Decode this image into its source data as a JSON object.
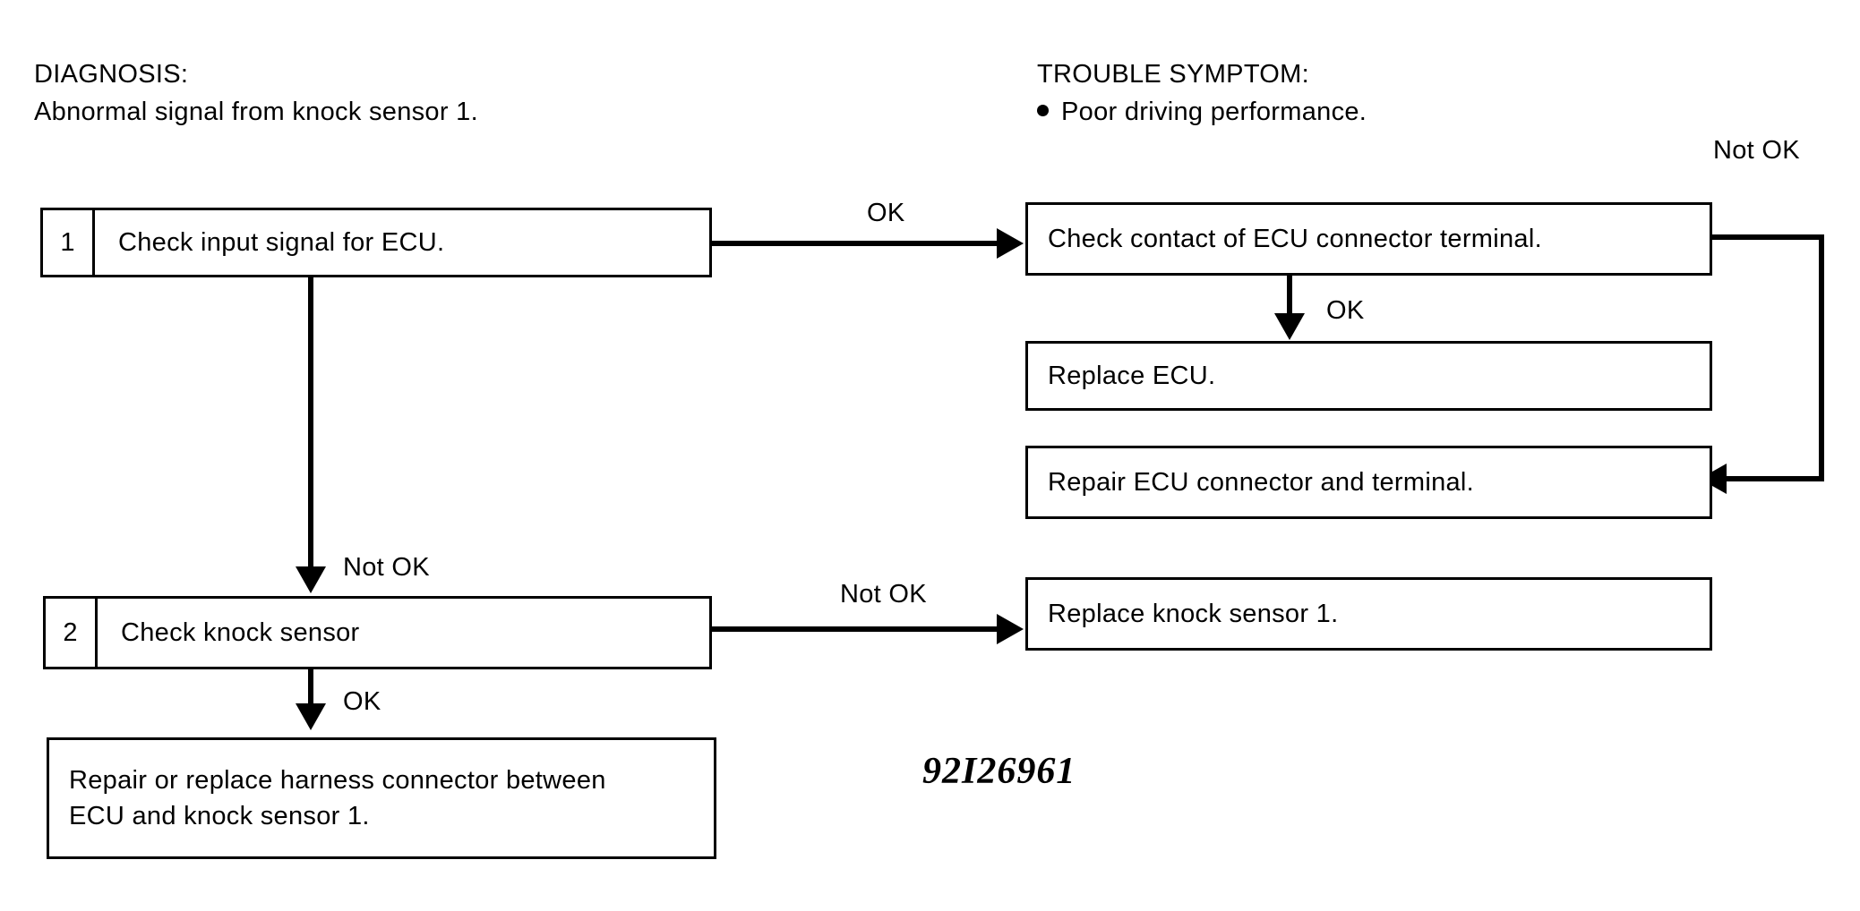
{
  "diagnosis": {
    "title": "DIAGNOSIS:",
    "text": "Abnormal signal from knock sensor 1."
  },
  "trouble_symptom": {
    "title": "TROUBLE SYMPTOM:",
    "items": [
      "Poor driving performance."
    ]
  },
  "steps": {
    "step1": {
      "number": "1",
      "text": "Check input signal for ECU."
    },
    "step2": {
      "number": "2",
      "text": "Check knock sensor"
    }
  },
  "actions": {
    "check_contact": "Check contact of ECU connector terminal.",
    "replace_ecu": "Replace ECU.",
    "repair_ecu_connector": "Repair ECU connector and terminal.",
    "replace_knock_sensor": "Replace knock sensor 1.",
    "repair_harness": "Repair or replace harness connector between\nECU and knock sensor 1."
  },
  "connector_labels": {
    "step1_ok": "OK",
    "step1_not_ok": "Not OK",
    "check_contact_ok": "OK",
    "check_contact_not_ok": "Not OK",
    "step2_not_ok": "Not OK",
    "step2_ok": "OK"
  },
  "figure_number": "92I26961",
  "colors": {
    "ink": "#000000",
    "paper": "#ffffff"
  }
}
